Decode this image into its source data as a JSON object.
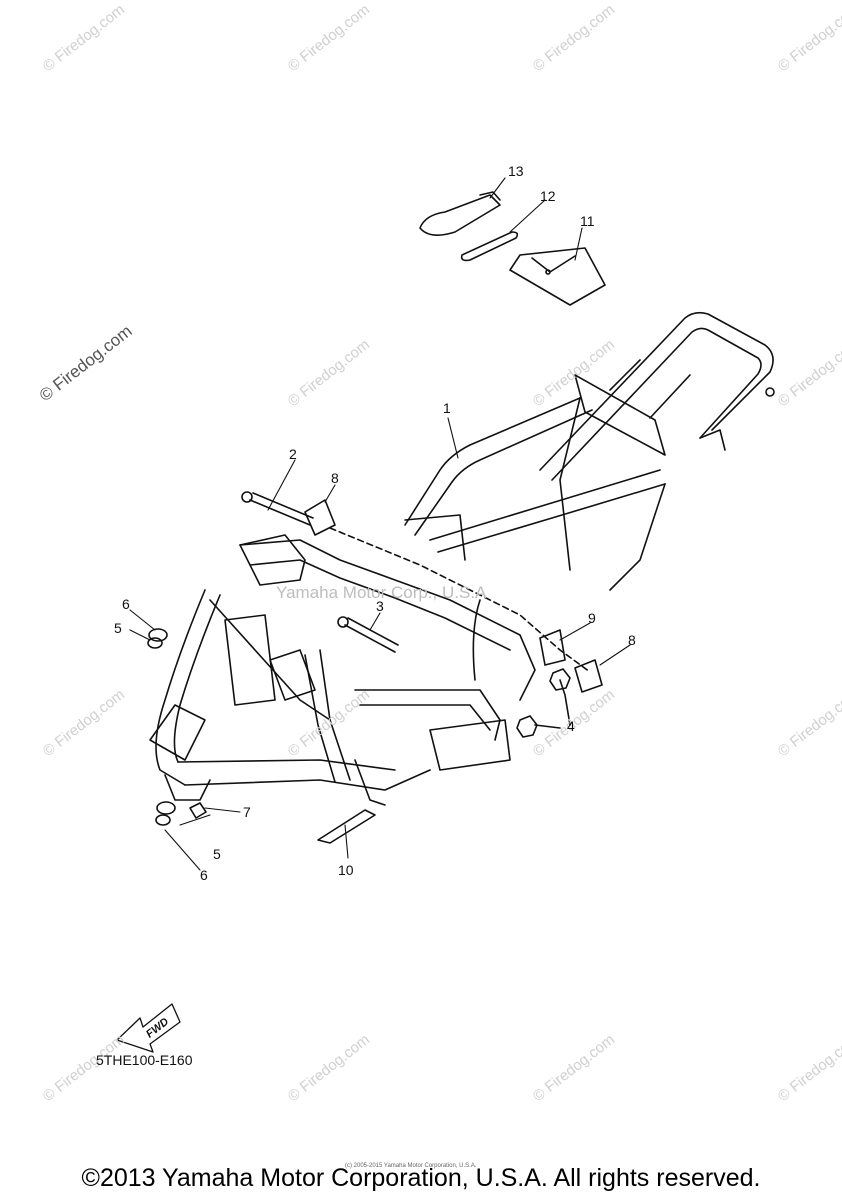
{
  "watermark": "© Firedog.com",
  "center_watermark": "Yamaha Motor Corp., U.S.A",
  "callouts": [
    "1",
    "2",
    "3",
    "4",
    "5",
    "6",
    "7",
    "8",
    "9",
    "10",
    "11",
    "12",
    "13"
  ],
  "fwd_label": "FWD",
  "diagram_code": "5THE100-E160",
  "copyright": "©2013 Yamaha Motor Corporation, U.S.A. All rights reserved.",
  "fine_print": "(c) 2005-2015 Yamaha Motor Corporation, U.S.A."
}
